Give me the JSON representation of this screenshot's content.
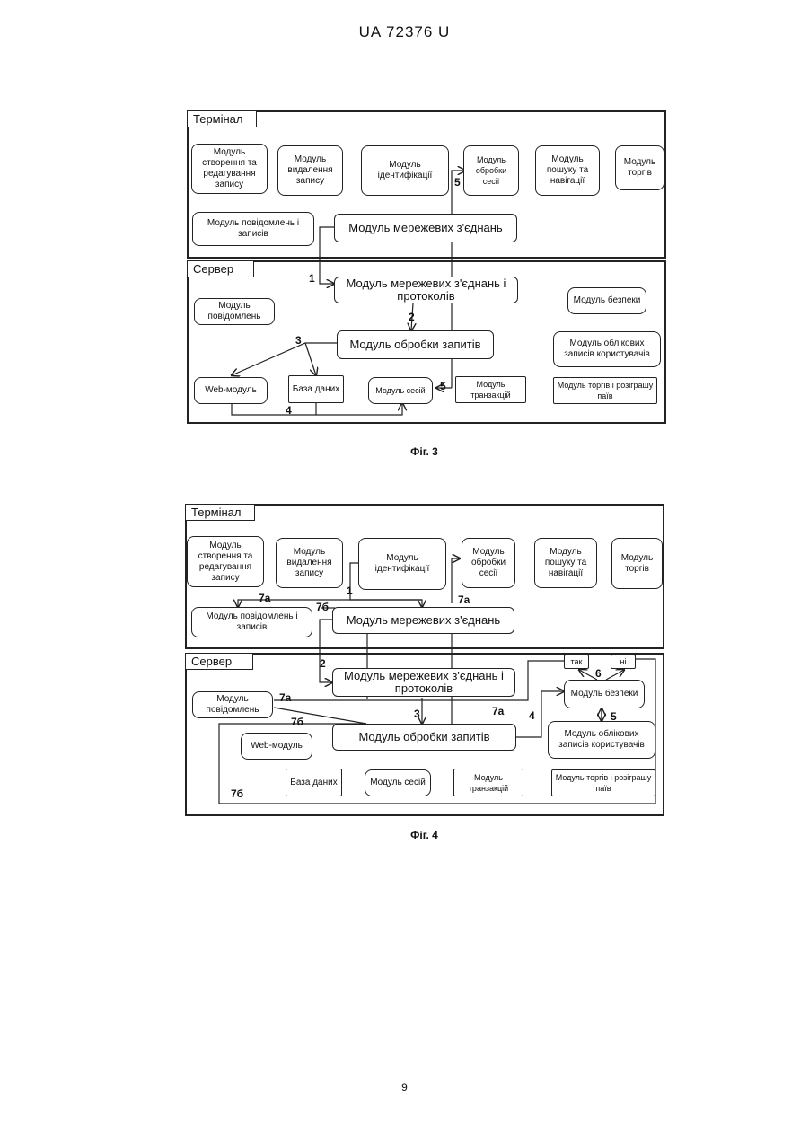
{
  "header": "UA   72376   U",
  "page_number": "9",
  "fig3": {
    "caption": "Фіг. 3",
    "terminal_title": "Термінал",
    "server_title": "Сервер",
    "terminal_modules": {
      "create": "Модуль створення та редагування запису",
      "delete": "Модуль видалення запису",
      "ident": "Модуль ідентифікації",
      "session_proc": "Модуль обробки сесії",
      "search": "Модуль пошуку та навігації",
      "trades": "Модуль торгів",
      "messages": "Модуль повідомлень і записів",
      "network": "Модуль мережевих з'єднань"
    },
    "server_modules": {
      "net_proto": "Модуль мережевих з'єднань і протоколів",
      "notify": "Модуль повідомлень",
      "security": "Модуль безпеки",
      "requests": "Модуль обробки запитів",
      "accounts": "Модуль облікових записів користувачів",
      "web": "Web-модуль",
      "db": "База даних",
      "sessions": "Модуль сесій",
      "transactions": "Модуль транзакцій",
      "lottery": "Модуль торгів і розіграшу паїв"
    },
    "labels": {
      "l1": "1",
      "l2": "2",
      "l3": "3",
      "l4": "4",
      "l5a": "5",
      "l5b": "5"
    }
  },
  "fig4": {
    "caption": "Фіг. 4",
    "terminal_title": "Термінал",
    "server_title": "Сервер",
    "terminal_modules": {
      "create": "Модуль створення та редагування запису",
      "delete": "Модуль видалення запису",
      "ident": "Модуль ідентифікації",
      "session_proc": "Модуль обробки сесії",
      "search": "Модуль пошуку та навігації",
      "trades": "Модуль торгів",
      "messages": "Модуль повідомлень і записів",
      "network": "Модуль мережевих з'єднань"
    },
    "server_modules": {
      "net_proto": "Модуль мережевих з'єднань і протоколів",
      "notify": "Модуль повідомлень",
      "yes": "так",
      "no": "ні",
      "security": "Модуль безпеки",
      "requests": "Модуль обробки запитів",
      "accounts": "Модуль облікових записів користувачів",
      "web": "Web-модуль",
      "db": "База даних",
      "sessions": "Модуль сесій",
      "transactions": "Модуль транзакцій",
      "lottery": "Модуль торгів і розіграшу паїв"
    },
    "labels": {
      "l1": "1",
      "l2": "2",
      "l3": "3",
      "l4": "4",
      "l5": "5",
      "l6": "6",
      "l7a_left": "7а",
      "l7a_right": "7а",
      "l7b_top": "7б",
      "l7a_server": "7а",
      "l7a_mid": "7а",
      "l7b_mid": "7б",
      "l7b_bottom": "7б"
    }
  }
}
